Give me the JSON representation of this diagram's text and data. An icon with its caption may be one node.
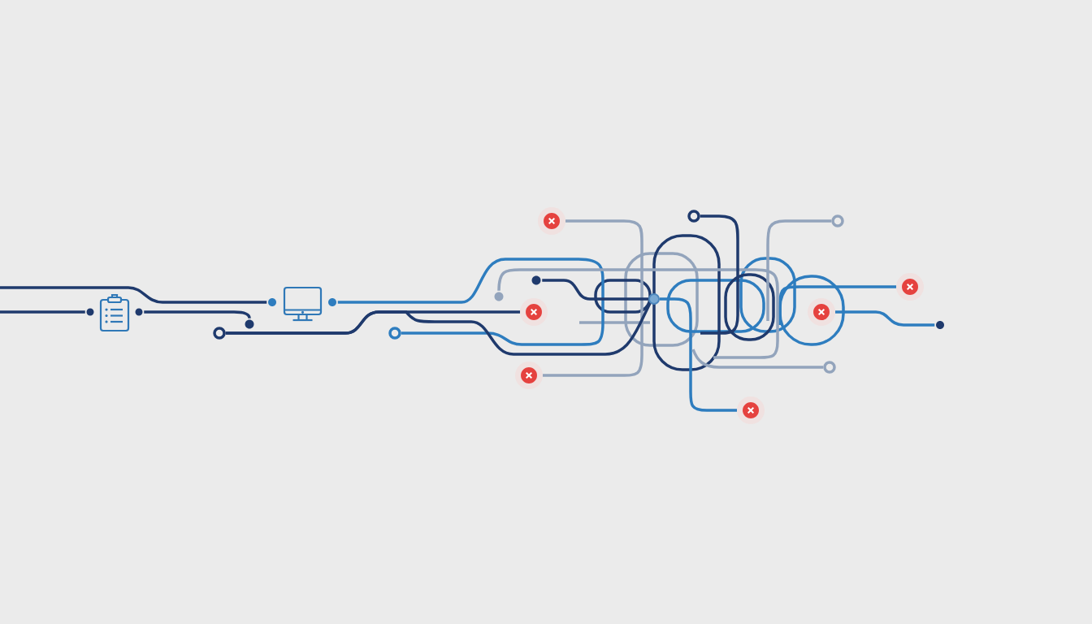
{
  "diagram": {
    "nodes": [
      {
        "text": [],
        "shape": "picture"
      },
      {
        "text": [],
        "shape": "picture"
      },
      {
        "text": [],
        "shape": "circle"
      },
      {
        "text": [],
        "shape": "circle"
      },
      {
        "text": [],
        "shape": "circle"
      },
      {
        "text": [],
        "shape": "circle"
      },
      {
        "text": [],
        "shape": "circle"
      },
      {
        "text": [],
        "shape": "circle"
      },
      {
        "text": [],
        "shape": "circle"
      },
      {
        "text": [],
        "shape": "circle"
      },
      {
        "text": [],
        "shape": "circle"
      },
      {
        "text": [],
        "shape": "circle"
      },
      {
        "text": [],
        "shape": "circle"
      },
      {
        "text": [],
        "shape": "circle"
      },
      {
        "text": [],
        "shape": "circle"
      },
      {
        "text": [],
        "shape": "circle"
      },
      {
        "text": [],
        "shape": "circle"
      },
      {
        "text": [],
        "shape": "circle"
      },
      {
        "text": [],
        "shape": "circle"
      },
      {
        "text": [],
        "shape": "circle"
      },
      {
        "text": [],
        "shape": "circle"
      },
      {
        "text": [],
        "shape": "circle"
      }
    ],
    "edges": [
      {
        "from": null,
        "to": 8,
        "arrow": "none"
      },
      {
        "from": 9,
        "to": 10,
        "arrow": "none"
      },
      {
        "from": null,
        "to": 11,
        "arrow": "none"
      },
      {
        "from": 12,
        "to": 14,
        "arrow": "none",
        "color": "#2e7dbf"
      },
      {
        "from": 2,
        "to": 4,
        "arrow": "none",
        "color": "#93a4bc"
      },
      {
        "from": 13,
        "to": 3,
        "arrow": "none"
      },
      {
        "from": null,
        "to": 5,
        "arrow": "none",
        "color": "#2e7dbf"
      },
      {
        "from": 6,
        "to": 15,
        "arrow": "none",
        "color": "#2e7dbf"
      },
      {
        "from": 7,
        "to": 16,
        "arrow": "none",
        "color": "#2e7dbf"
      },
      {
        "from": 17,
        "to": null,
        "arrow": "none",
        "color": "#93a4bc"
      },
      {
        "from": 18,
        "to": 16,
        "arrow": "none"
      },
      {
        "from": 19,
        "to": null,
        "arrow": "none"
      },
      {
        "from": 20,
        "to": null,
        "arrow": "none",
        "color": "#93a4bc"
      },
      {
        "from": 21,
        "to": null,
        "arrow": "none",
        "color": "#93a4bc"
      },
      {
        "from": 13,
        "to": 16,
        "arrow": "none"
      }
    ]
  }
}
